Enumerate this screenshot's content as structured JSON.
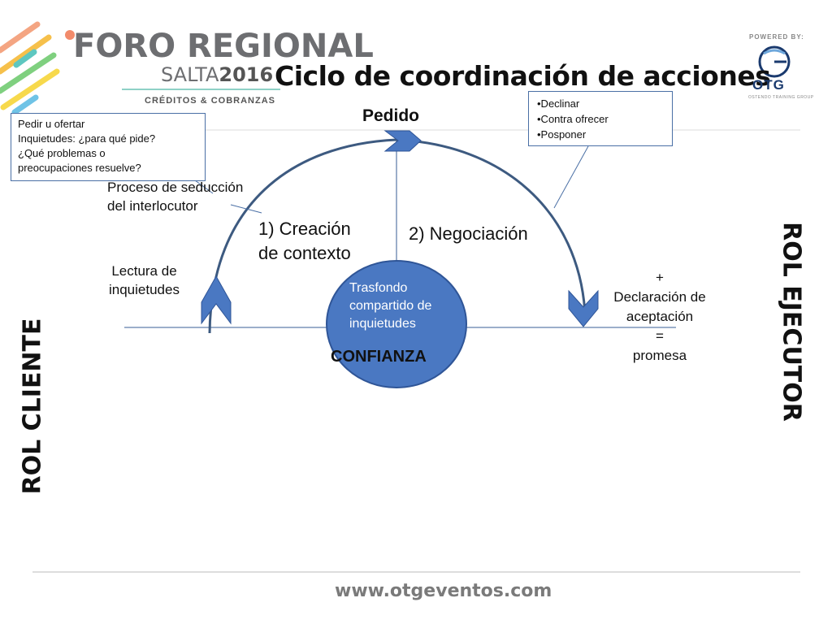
{
  "header": {
    "logo_title": "FORO REGIONAL",
    "logo_city": "SALTA",
    "logo_year": "2016",
    "logo_subtitle": "CRÉDITOS & COBRANZAS",
    "slide_title": "Ciclo de coordinación de acciones",
    "powered_by": "POWERED BY:",
    "partner_logo": "OTG",
    "partner_subtitle": "OSTENDO TRAINING GROUP"
  },
  "diagram": {
    "box_left": {
      "line1": "Pedir u ofertar",
      "line2": "Inquietudes: ¿para qué pide?",
      "line3": "¿Qué problemas o",
      "line4": "preocupaciones resuelve?"
    },
    "box_right": {
      "line1": "•Declinar",
      "line2": "•Contra ofrecer",
      "line3": "•Posponer"
    },
    "pedido": "Pedido",
    "seduccion_line1": "Proceso de seducción",
    "seduccion_line2": "del interlocutor",
    "creacion_line1": "1) Creación",
    "creacion_line2": "de contexto",
    "negociacion": "2) Negociación",
    "lectura_line1": "Lectura de",
    "lectura_line2": "inquietudes",
    "trasfondo_line1": "Trasfondo",
    "trasfondo_line2": "compartido de",
    "trasfondo_line3": "inquietudes",
    "confianza": "CONFIANZA",
    "declaracion": {
      "plus": "+",
      "line1": "Declaración de",
      "line2": "aceptación",
      "equals": "=",
      "line3": "promesa"
    },
    "rol_cliente": "ROL CLIENTE",
    "rol_ejecutor": "ROL EJECUTOR"
  },
  "footer": {
    "url": "www.otgeventos.com"
  },
  "colors": {
    "arc": "#3d5a80",
    "arrow_fill": "#4a78c2",
    "circle_fill": "#4a78c2",
    "line": "#7a93b8",
    "logo_gray": "#6d6e71"
  },
  "icons": [
    "logo-stripes-icon",
    "logo-flower-icon",
    "otg-globe-icon"
  ]
}
